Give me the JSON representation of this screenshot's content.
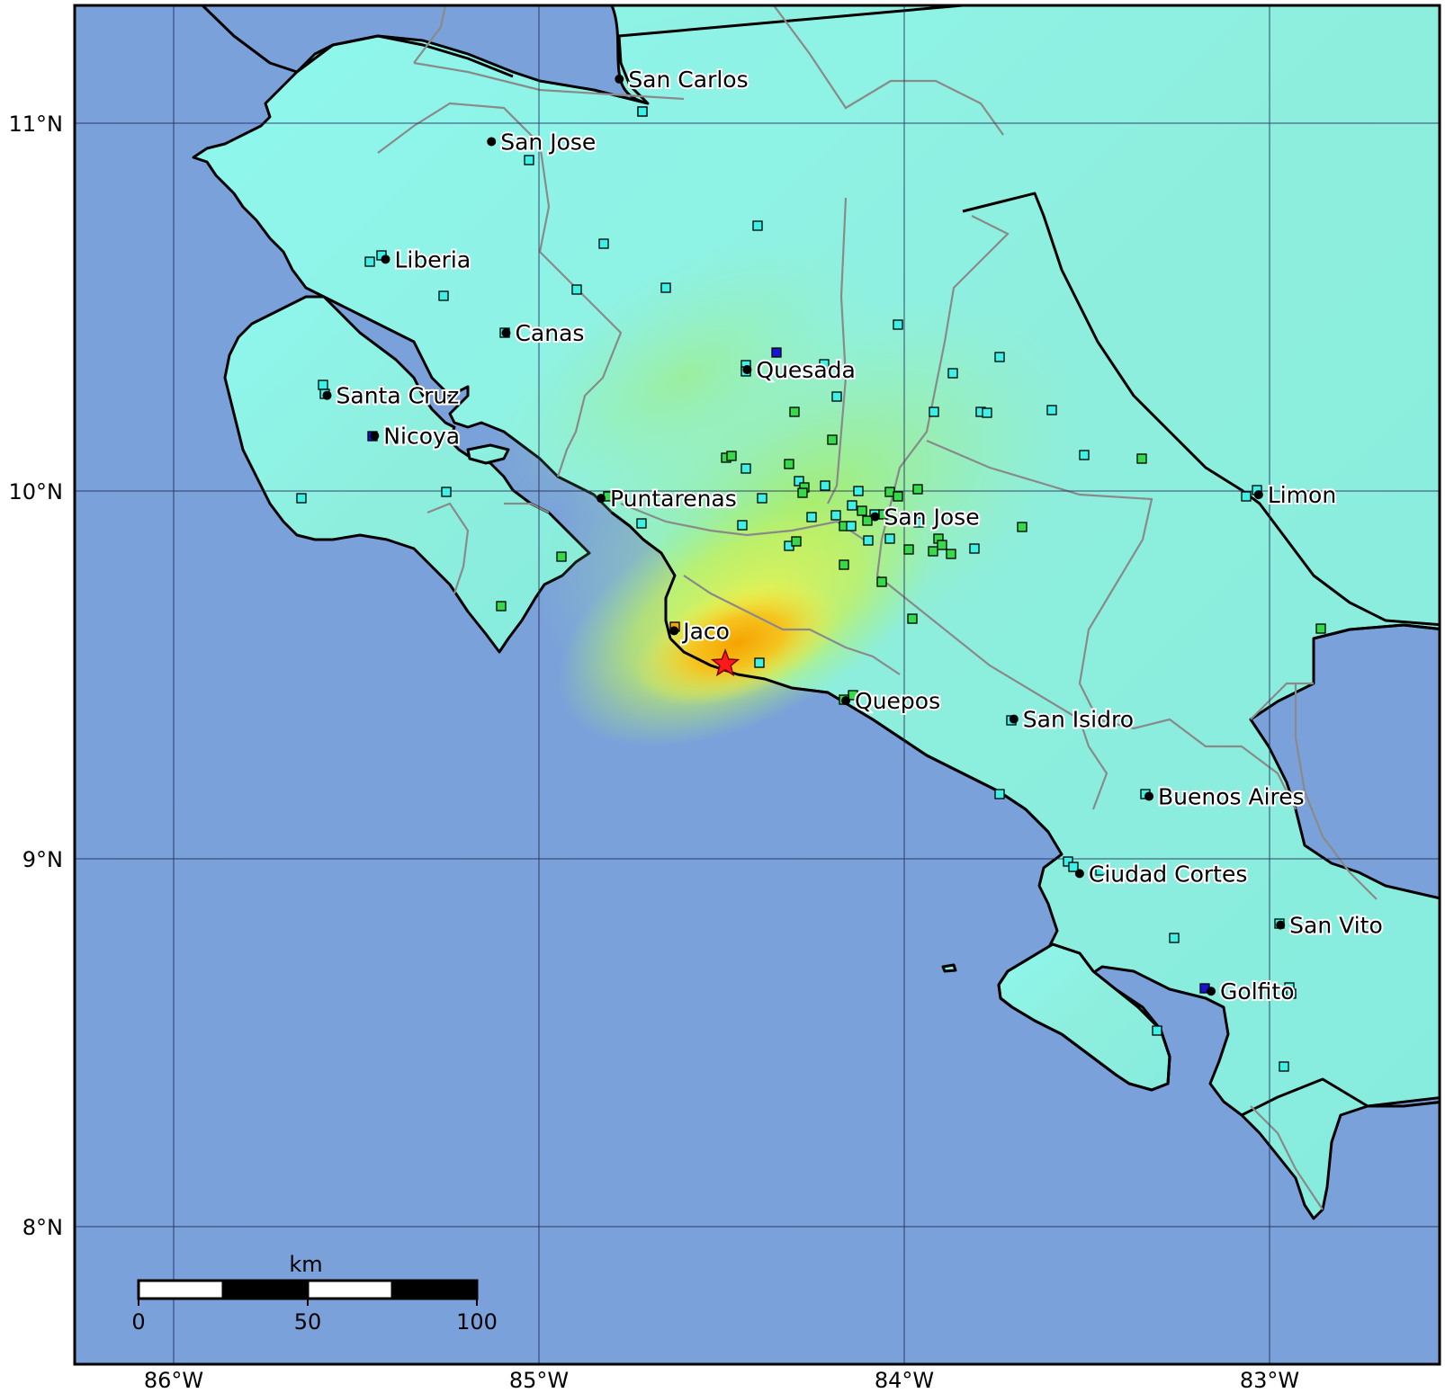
{
  "map": {
    "colors": {
      "ocean": "#7aa1da",
      "land_base": "#8ff2ea",
      "land_high": "#a6f0c8",
      "mmi_green": "#b5f06a",
      "mmi_yellow": "#f2f24a",
      "mmi_orange": "#f5b016",
      "coast": "#000000",
      "border": "#808080",
      "grid": "#1e2a55",
      "epicenter": "#ff1a1a"
    },
    "lat_labels": [
      "11°N",
      "10°N",
      "9°N",
      "8°N"
    ],
    "lon_labels": [
      "86°W",
      "85°W",
      "84°W",
      "83°W"
    ],
    "cities": [
      {
        "name": "San Carlos",
        "lon": -84.78,
        "lat": 11.12
      },
      {
        "name": "San Jose",
        "lon": -85.13,
        "lat": 10.95
      },
      {
        "name": "Liberia",
        "lon": -85.42,
        "lat": 10.63
      },
      {
        "name": "Canas",
        "lon": -85.09,
        "lat": 10.43
      },
      {
        "name": "Quesada",
        "lon": -84.43,
        "lat": 10.33
      },
      {
        "name": "Santa Cruz",
        "lon": -85.58,
        "lat": 10.26
      },
      {
        "name": "Nicoya",
        "lon": -85.45,
        "lat": 10.15
      },
      {
        "name": "Puntarenas",
        "lon": -84.83,
        "lat": 9.98
      },
      {
        "name": "San Jose",
        "lon": -84.08,
        "lat": 9.93
      },
      {
        "name": "Limon",
        "lon": -83.03,
        "lat": 9.99
      },
      {
        "name": "Jaco",
        "lon": -84.63,
        "lat": 9.62
      },
      {
        "name": "Quepos",
        "lon": -84.16,
        "lat": 9.43
      },
      {
        "name": "San Isidro",
        "lon": -83.7,
        "lat": 9.38
      },
      {
        "name": "Buenos Aires",
        "lon": -83.33,
        "lat": 9.17
      },
      {
        "name": "Ciudad Cortes",
        "lon": -83.52,
        "lat": 8.96
      },
      {
        "name": "San Vito",
        "lon": -82.97,
        "lat": 8.82
      },
      {
        "name": "Golfito",
        "lon": -83.16,
        "lat": 8.64
      }
    ],
    "epicenter": {
      "lon": -84.49,
      "lat": 9.53
    },
    "scale_bar": {
      "unit": "km",
      "ticks": [
        "0",
        "50",
        "100"
      ]
    }
  }
}
